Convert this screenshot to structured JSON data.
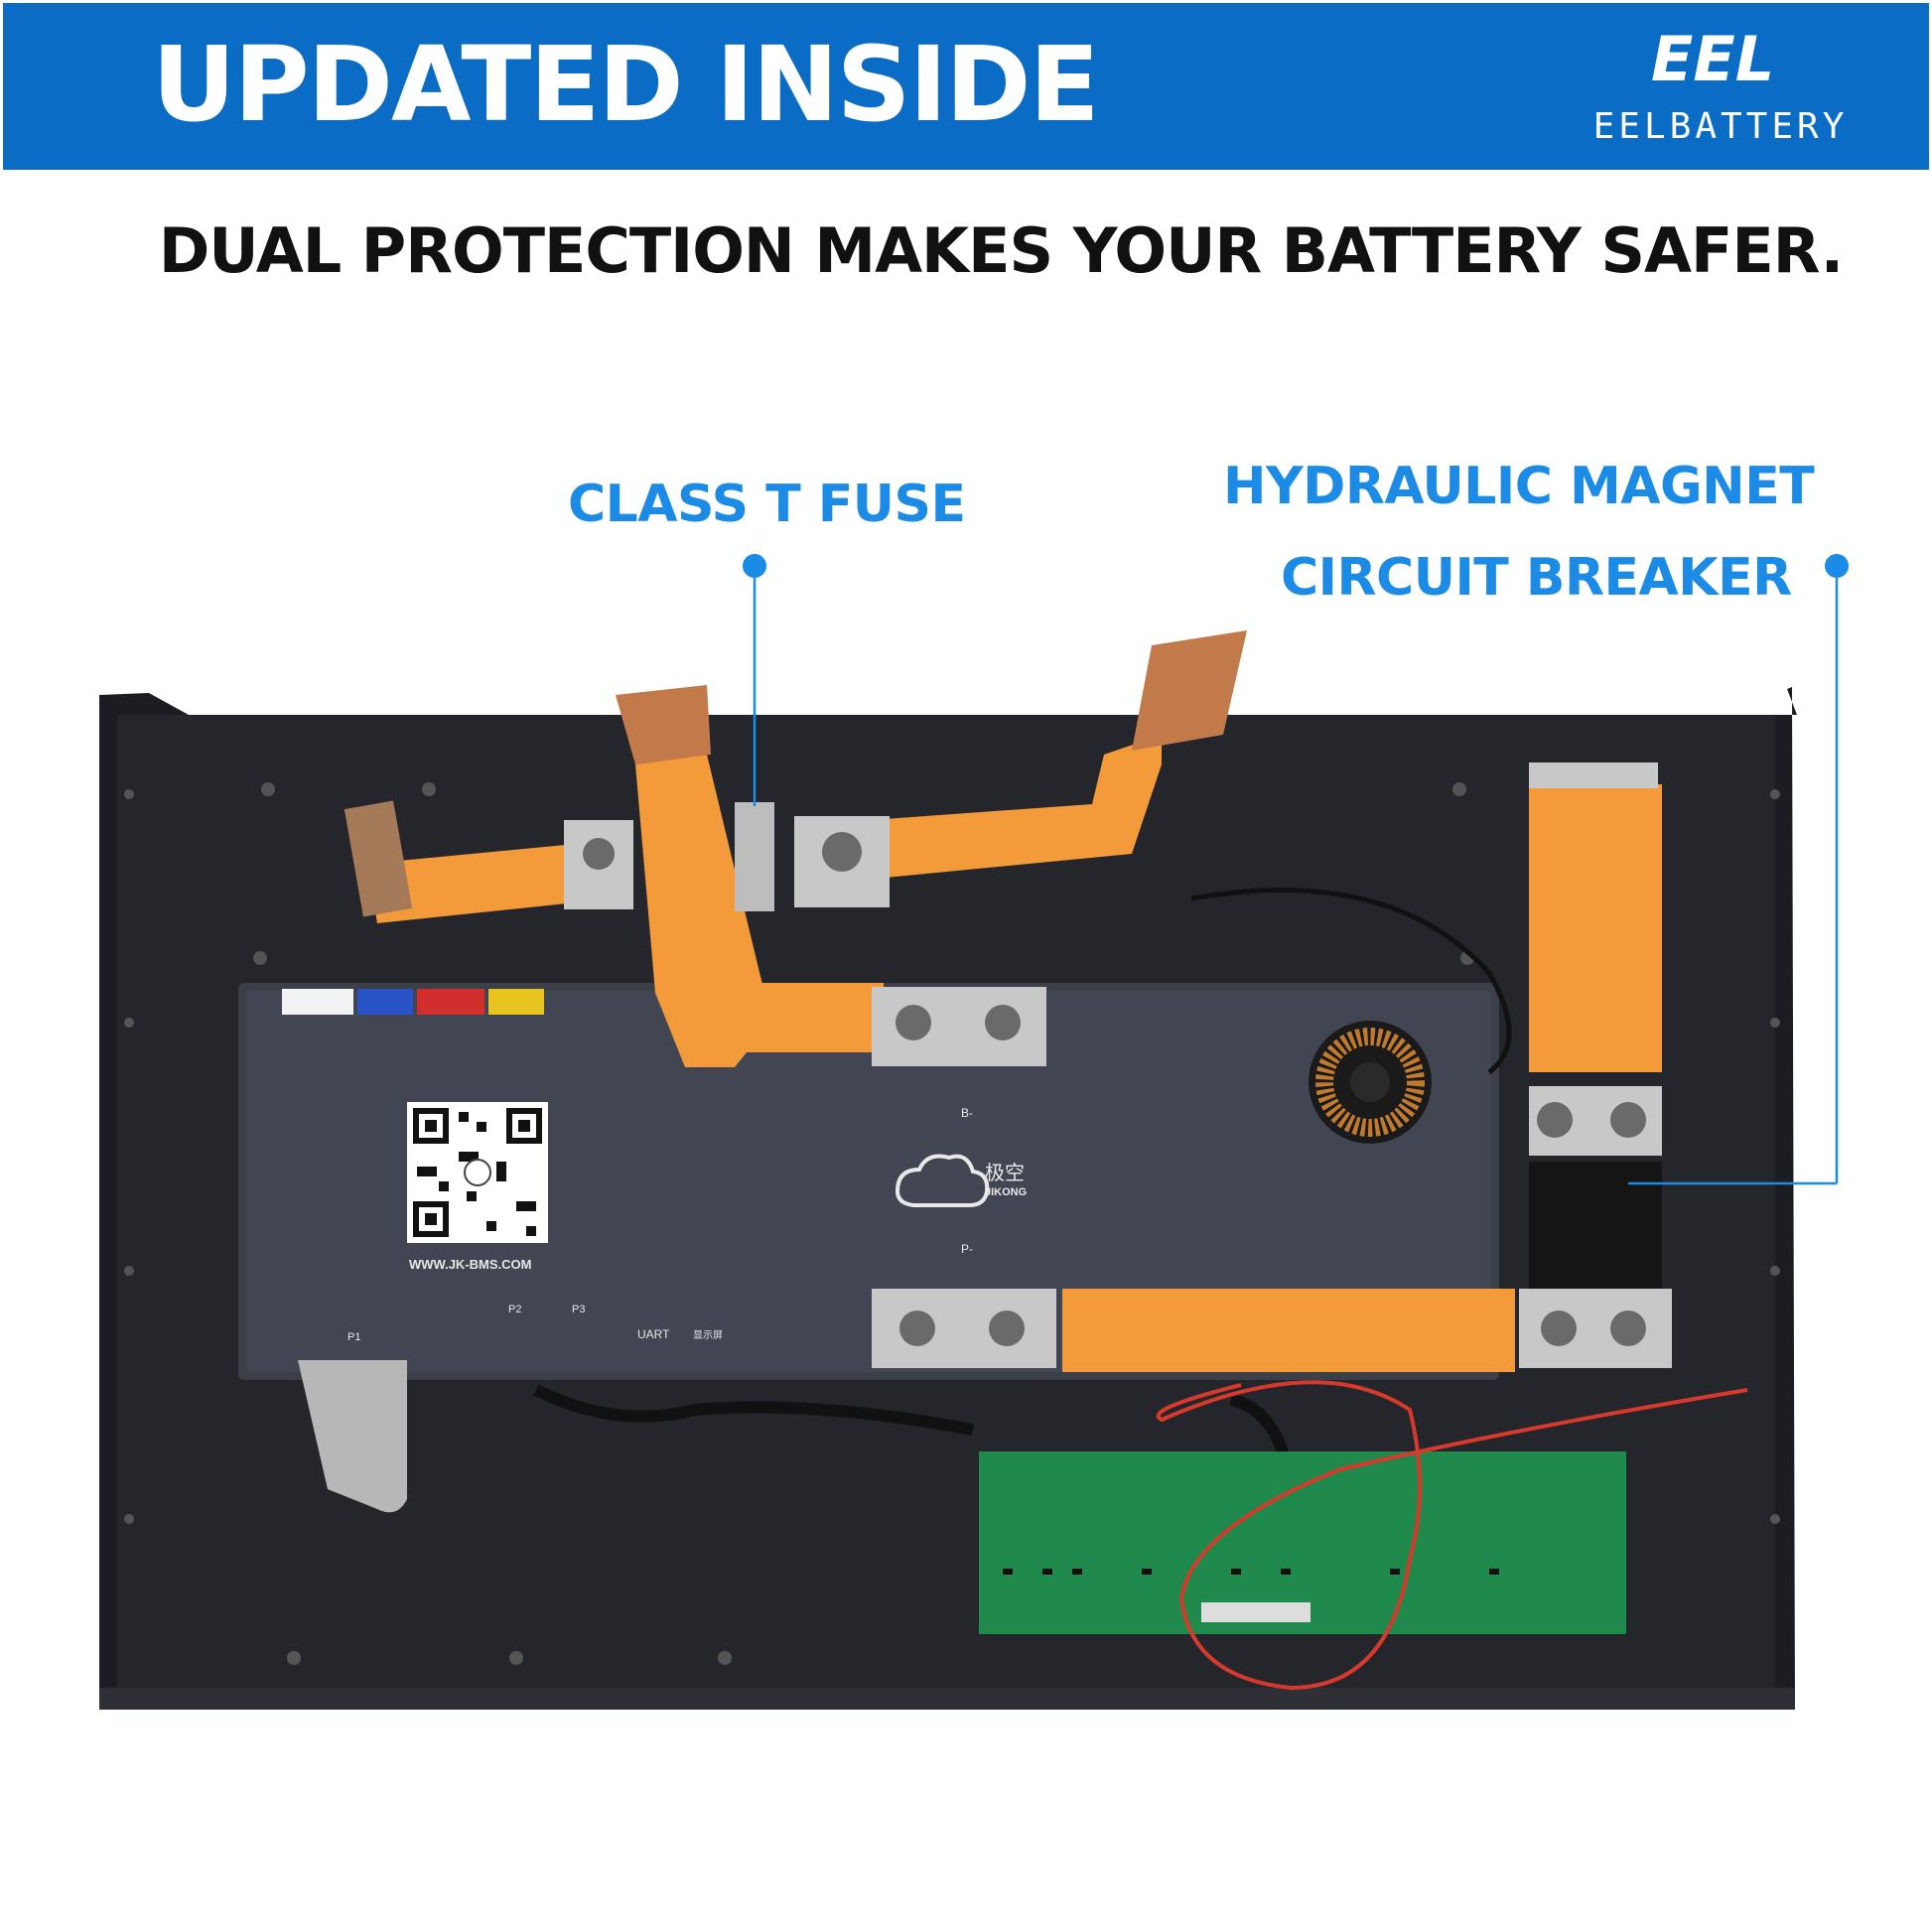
{
  "header": {
    "title": "UPDATED INSIDE",
    "logo_mark": "EEL",
    "logo_word": "EELBATTERY"
  },
  "subtitle": "DUAL PROTECTION MAKES YOUR BATTERY SAFER.",
  "callouts": {
    "fuse": "CLASS T FUSE",
    "breaker_line1": "HYDRAULIC MAGNET",
    "breaker_line2": "CIRCUIT BREAKER"
  },
  "bms": {
    "url": "WWW.JK-BMS.COM",
    "brand_cn": "极空",
    "brand": "JIKONG",
    "b_minus": "B-",
    "p_minus": "P-",
    "port_p1": "P1",
    "port_p2": "P2",
    "port_p3": "P3",
    "port_uart": "UART",
    "port_display": "显示屏"
  },
  "colors": {
    "banner": "#0a6cc4",
    "callout": "#1b8be6",
    "busbar": "#f39a3a",
    "enclosure": "#1c1d22"
  }
}
